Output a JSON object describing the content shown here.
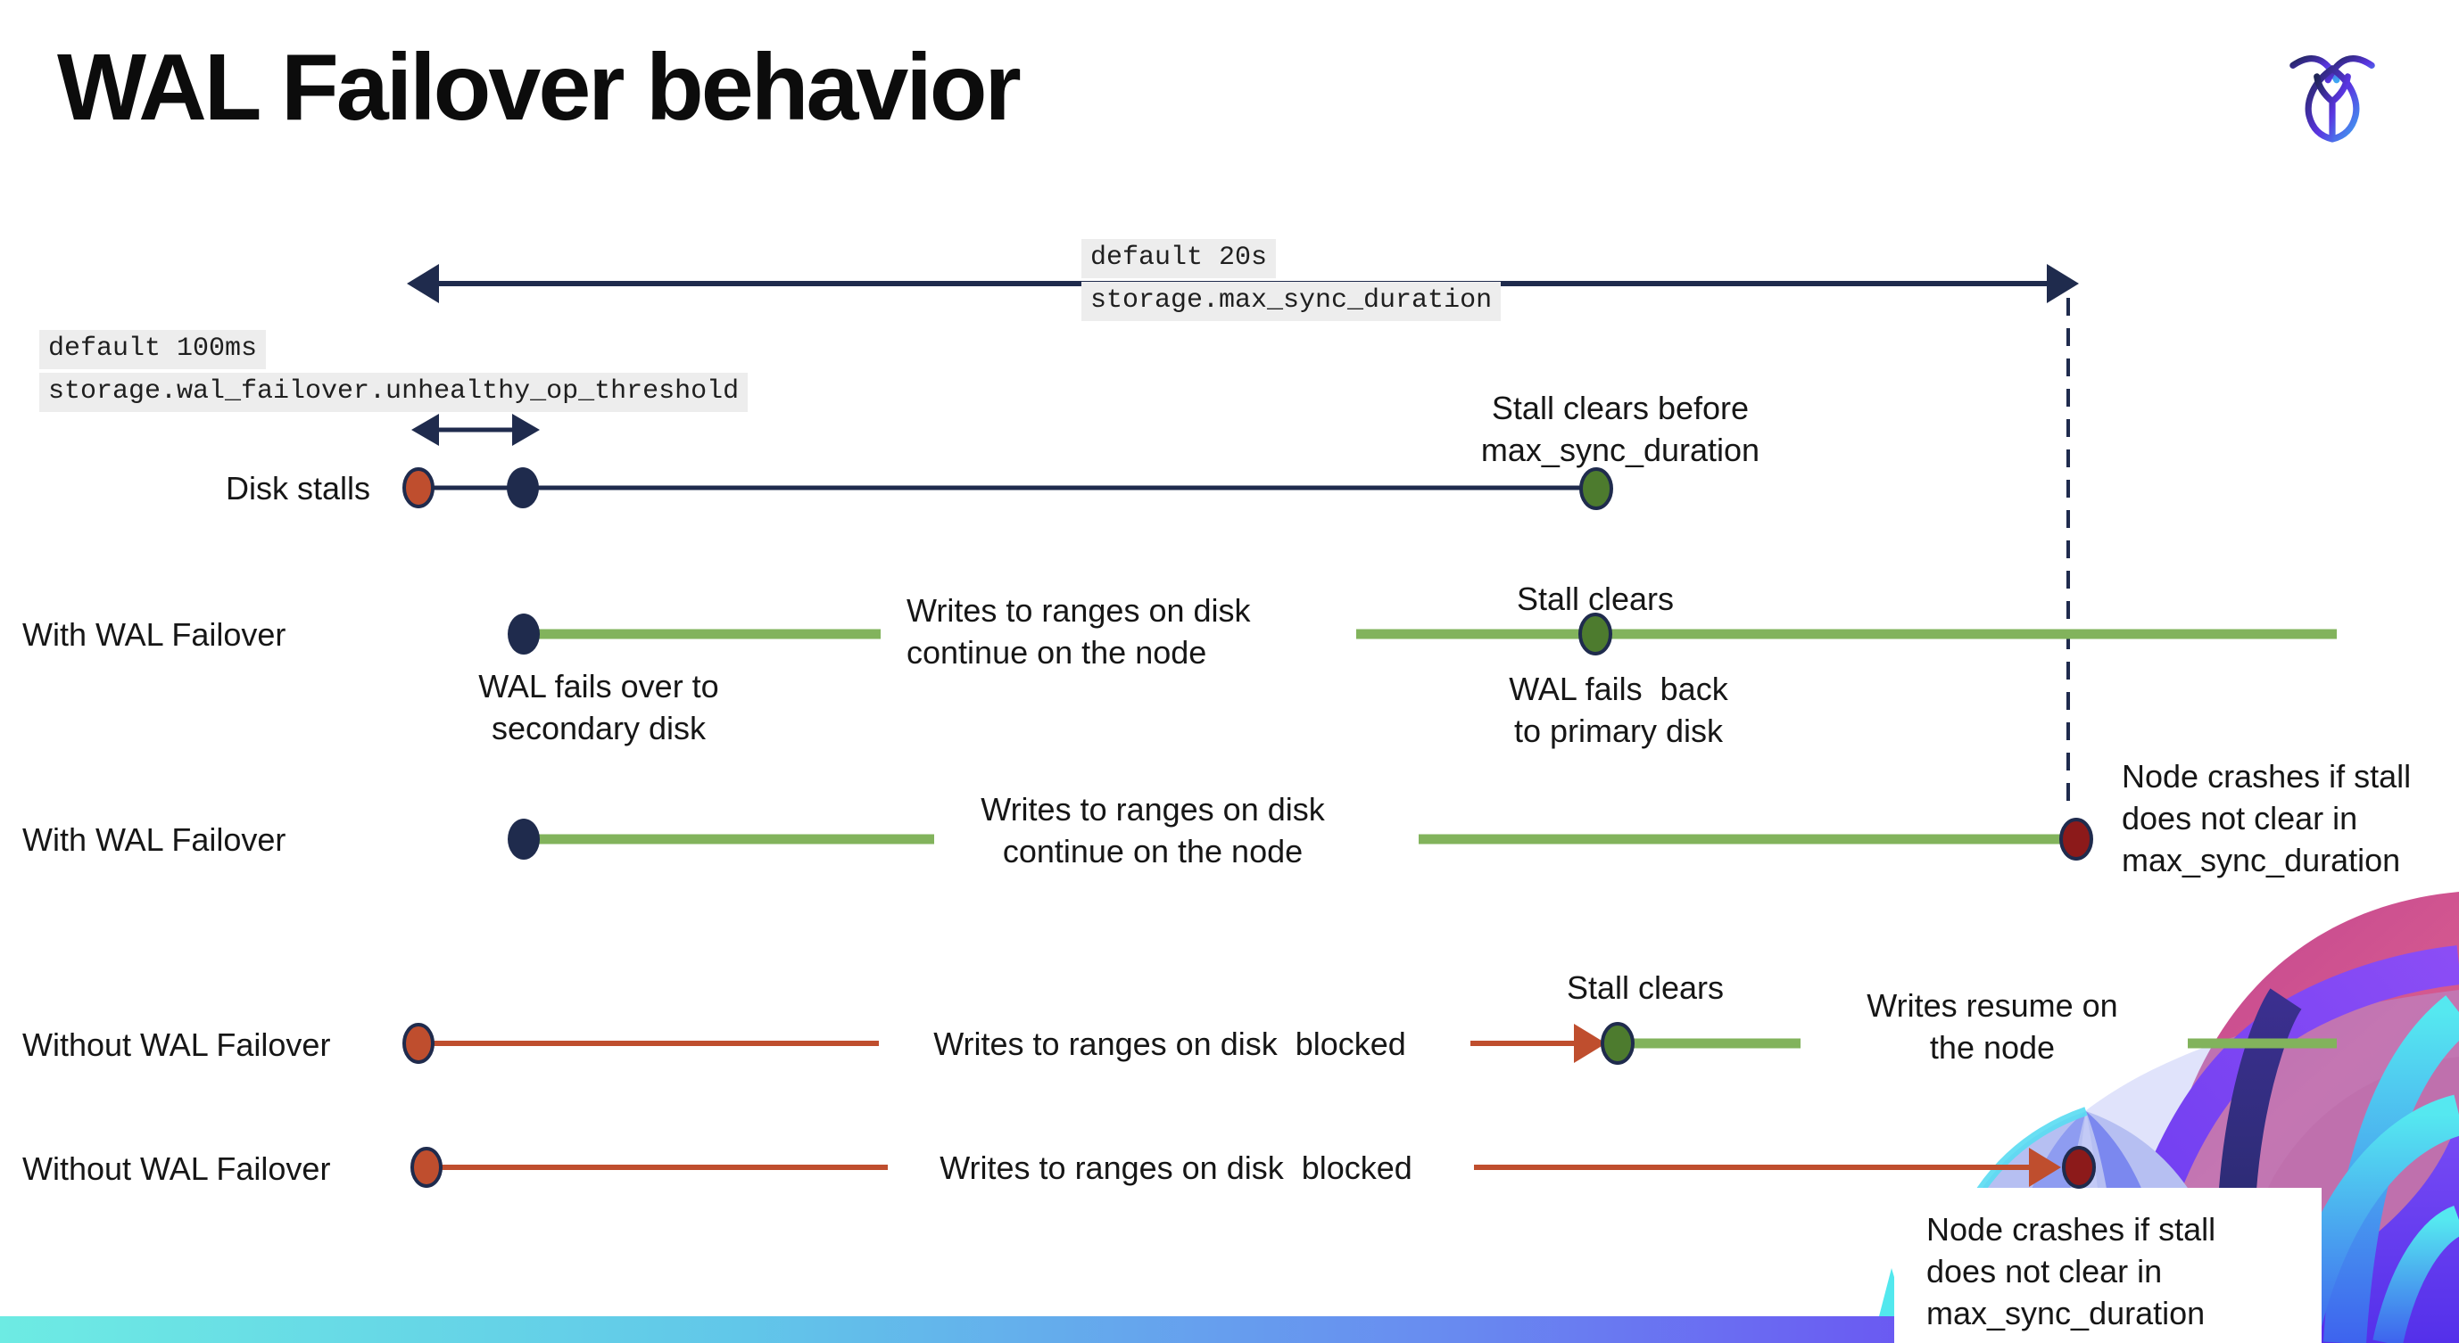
{
  "title": "WAL Failover behavior",
  "logo_name": "cockroach-labs-logo",
  "colors": {
    "navy": "#1f2b4d",
    "red": "#bf4e2e",
    "crash_red": "#8c1a1a",
    "green_line": "#82b35c",
    "green_dot": "#4d7b2e",
    "code_bg": "#ededed",
    "bar_gradient_left": "#6debe3",
    "bar_gradient_right": "#5f2df2"
  },
  "settings": {
    "max_sync": {
      "default_label": "default 20s",
      "name": "storage.max_sync_duration"
    },
    "unhealthy_op": {
      "default_label": "default 100ms",
      "name": "storage.wal_failover.unhealthy_op_threshold"
    }
  },
  "rows": [
    {
      "label": "Disk stalls",
      "note": "Stall clears before\nmax_sync_duration"
    },
    {
      "label": "With WAL Failover",
      "failover_note": "WAL fails over to\nsecondary disk",
      "writes_note": "Writes to ranges on disk\ncontinue on the node",
      "stall_note": "Stall clears",
      "failback_note": "WAL fails  back\nto primary disk"
    },
    {
      "label": "With WAL Failover",
      "writes_note": "Writes to ranges on disk\ncontinue on the node",
      "crash_note": "Node crashes if stall\ndoes not clear in\nmax_sync_duration"
    },
    {
      "label": "Without WAL Failover",
      "writes_note": "Writes to ranges on disk  blocked",
      "stall_note": "Stall clears",
      "resume_note": "Writes resume on\nthe node"
    },
    {
      "label": "Without WAL Failover",
      "writes_note": "Writes to ranges on disk  blocked",
      "crash_note": "Node crashes if stall\ndoes not clear in\nmax_sync_duration"
    }
  ]
}
